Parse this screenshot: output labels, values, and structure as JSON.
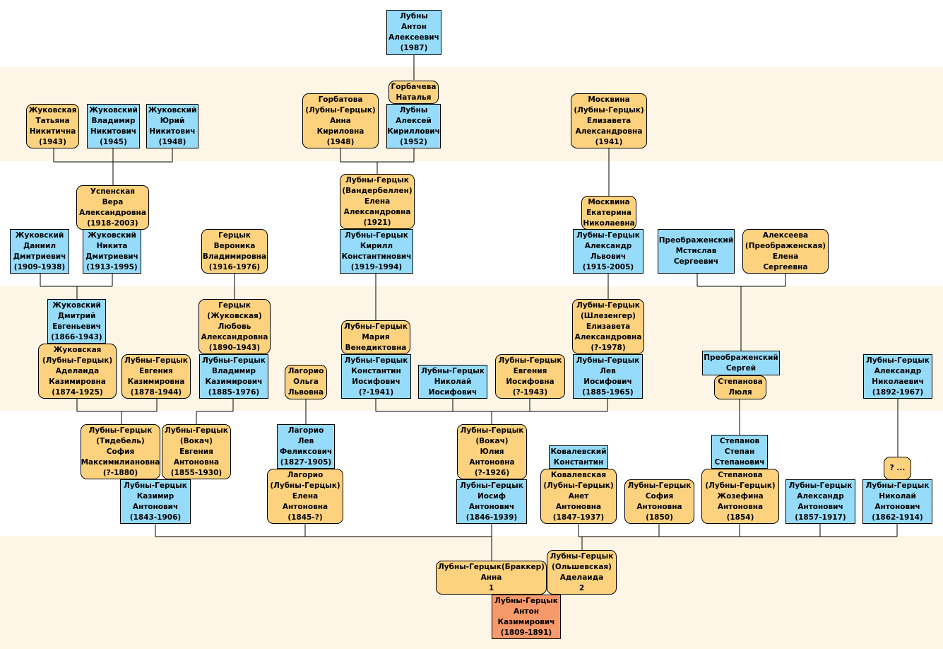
{
  "people": [
    {
      "id": "p1",
      "lines": [
        "Лубны",
        "Антон",
        "Алексеевич",
        "(1987)"
      ],
      "kind": "m"
    },
    {
      "id": "p2",
      "lines": [
        "Горбачева",
        "Наталья"
      ],
      "kind": "f"
    },
    {
      "id": "p3",
      "lines": [
        "Жуковская",
        "Татьяна",
        "Никитична",
        "(1943)"
      ],
      "kind": "f"
    },
    {
      "id": "p4",
      "lines": [
        "Жуковский",
        "Владимир",
        "Никитович",
        "(1945)"
      ],
      "kind": "m"
    },
    {
      "id": "p5",
      "lines": [
        "Жуковский",
        "Юрий",
        "Никитович",
        "(1948)"
      ],
      "kind": "m"
    },
    {
      "id": "p6",
      "lines": [
        "Горбатова",
        "(Лубны-Герцык)",
        "Анна",
        "Кириловна",
        "(1948)"
      ],
      "kind": "f"
    },
    {
      "id": "p7",
      "lines": [
        "Лубны",
        "Алексей",
        "Кириллович",
        "(1952)"
      ],
      "kind": "m"
    },
    {
      "id": "p8",
      "lines": [
        "Москвина",
        "(Лубны-Герцык)",
        "Елизавета",
        "Александровна",
        "(1941)"
      ],
      "kind": "f"
    },
    {
      "id": "p9",
      "lines": [
        "Лубны-Герцык",
        "(Вандербеллен)",
        "Елена",
        "Александровна",
        "(1921)"
      ],
      "kind": "f"
    },
    {
      "id": "p10",
      "lines": [
        "Успенская",
        "Вера",
        "Александровна",
        "(1918-2003)"
      ],
      "kind": "f"
    },
    {
      "id": "p11",
      "lines": [
        "Москвина",
        "Екатерина",
        "Николаевна"
      ],
      "kind": "f"
    },
    {
      "id": "p12",
      "lines": [
        "Жуковский",
        "Даниил",
        "Дмитриевич",
        "(1909-1938)"
      ],
      "kind": "m"
    },
    {
      "id": "p13",
      "lines": [
        "Жуковский",
        "Никита",
        "Дмитриевич",
        "(1913-1995)"
      ],
      "kind": "m"
    },
    {
      "id": "p14",
      "lines": [
        "Герцык",
        "Вероника",
        "Владимировна",
        "(1916-1976)"
      ],
      "kind": "f"
    },
    {
      "id": "p15",
      "lines": [
        "Лубны-Герцык",
        "Кирилл",
        "Константинович",
        "(1919-1994)"
      ],
      "kind": "m"
    },
    {
      "id": "p16",
      "lines": [
        "Лубны-Герцык",
        "Александр",
        "Львович",
        "(1915-2005)"
      ],
      "kind": "m"
    },
    {
      "id": "p17",
      "lines": [
        "Преображенский",
        "Мстислав",
        "Сергеевич"
      ],
      "kind": "m"
    },
    {
      "id": "p18",
      "lines": [
        "Алексеева",
        "(Преображенская)",
        "Елена",
        "Сергеевна"
      ],
      "kind": "f"
    },
    {
      "id": "p19",
      "lines": [
        "Жуковский",
        "Дмитрий",
        "Евгеньевич",
        "(1866-1943)"
      ],
      "kind": "m"
    },
    {
      "id": "p20",
      "lines": [
        "Герцык",
        "(Жуковская)",
        "Любовь",
        "Александровна",
        "(1890-1943)"
      ],
      "kind": "f"
    },
    {
      "id": "p21",
      "lines": [
        "Лубны-Герцык",
        "(Шлезенгер)",
        "Елизавета",
        "Александровна",
        "(?-1978)"
      ],
      "kind": "f"
    },
    {
      "id": "p22",
      "lines": [
        "Лубны-Герцык",
        "Мария",
        "Венедиктовна"
      ],
      "kind": "f"
    },
    {
      "id": "p23",
      "lines": [
        "Жуковская",
        "(Лубны-Герцык)",
        "Аделаида",
        "Казимировна",
        "(1874-1925)"
      ],
      "kind": "f"
    },
    {
      "id": "p24",
      "lines": [
        "Лубны-Герцык",
        "Евгения",
        "Казимировна",
        "(1878-1944)"
      ],
      "kind": "f"
    },
    {
      "id": "p25",
      "lines": [
        "Лубны-Герцык",
        "Владимир",
        "Казимирович",
        "(1885-1976)"
      ],
      "kind": "m"
    },
    {
      "id": "p26",
      "lines": [
        "Лагорио",
        "Ольга",
        "Львовна"
      ],
      "kind": "f"
    },
    {
      "id": "p27",
      "lines": [
        "Лубны-Герцык",
        "Константин",
        "Иосифович",
        "(?-1941)"
      ],
      "kind": "m"
    },
    {
      "id": "p28",
      "lines": [
        "Лубны-Герцык",
        "Николай",
        "Иосифович"
      ],
      "kind": "m"
    },
    {
      "id": "p29",
      "lines": [
        "Лубны-Герцык",
        "Евгения",
        "Иосифовна",
        "(?-1943)"
      ],
      "kind": "f"
    },
    {
      "id": "p30",
      "lines": [
        "Лубны-Герцык",
        "Лев",
        "Иосифович",
        "(1885-1965)"
      ],
      "kind": "m"
    },
    {
      "id": "p31",
      "lines": [
        "Преображенский",
        "Сергей"
      ],
      "kind": "m"
    },
    {
      "id": "p32",
      "lines": [
        "Степанова",
        "Люля"
      ],
      "kind": "f"
    },
    {
      "id": "p33",
      "lines": [
        "Лубны-Герцык",
        "Александр",
        "Николаевич",
        "(1892-1967)"
      ],
      "kind": "m"
    },
    {
      "id": "p34",
      "lines": [
        "Лубны-Герцык",
        "(Тидебель)",
        "София",
        "Максимилиановна",
        "(?-1880)"
      ],
      "kind": "f"
    },
    {
      "id": "p35",
      "lines": [
        "Лубны-Герцык",
        "(Вокач)",
        "Евгения",
        "Антоновна",
        "(1855-1930)"
      ],
      "kind": "f"
    },
    {
      "id": "p36",
      "lines": [
        "Лагорио",
        "Лев",
        "Феликсович",
        "(1827-1905)"
      ],
      "kind": "m"
    },
    {
      "id": "p37",
      "lines": [
        "Лубны-Герцык",
        "(Вокач)",
        "Юлия",
        "Антоновна",
        "(?-1926)"
      ],
      "kind": "f"
    },
    {
      "id": "p38",
      "lines": [
        "Ковалевский",
        "Константин"
      ],
      "kind": "m"
    },
    {
      "id": "p39",
      "lines": [
        "Степанов",
        "Степан",
        "Степанович"
      ],
      "kind": "m"
    },
    {
      "id": "p40",
      "lines": [
        "? ..."
      ],
      "kind": "f"
    },
    {
      "id": "p41",
      "lines": [
        "Лубны-Герцык",
        "Казимир",
        "Антонович",
        "(1843-1906)"
      ],
      "kind": "m"
    },
    {
      "id": "p42",
      "lines": [
        "Лагорио",
        "(Лубны-Герцык)",
        "Елена",
        "Антоновна",
        "(1845-?)"
      ],
      "kind": "f"
    },
    {
      "id": "p43",
      "lines": [
        "Лубны-Герцык",
        "Иосиф",
        "Антонович",
        "(1846-1939)"
      ],
      "kind": "m"
    },
    {
      "id": "p44",
      "lines": [
        "Ковалевская",
        "(Лубны-Герцык)",
        "Анет",
        "Антоновна",
        "(1847-1937)"
      ],
      "kind": "f"
    },
    {
      "id": "p45",
      "lines": [
        "Лубны-Герцык",
        "София",
        "Антоновна",
        "(1850)"
      ],
      "kind": "f"
    },
    {
      "id": "p46",
      "lines": [
        "Степанова",
        "(Лубны-Герцык)",
        "Жозефина",
        "Антоновна",
        "(1854)"
      ],
      "kind": "f"
    },
    {
      "id": "p47",
      "lines": [
        "Лубны-Герцык",
        "Александр",
        "Антонович",
        "(1857-1917)"
      ],
      "kind": "m"
    },
    {
      "id": "p48",
      "lines": [
        "Лубны-Герцык",
        "Николай",
        "Антонович",
        "(1862-1914)"
      ],
      "kind": "m"
    },
    {
      "id": "p49",
      "lines": [
        "Лубны-Герцык(Браккер)",
        "Анна",
        "1"
      ],
      "kind": "f"
    },
    {
      "id": "p50",
      "lines": [
        "Лубны-Герцык",
        "(Ольшевская)",
        "Аделаида",
        "2"
      ],
      "kind": "f"
    },
    {
      "id": "p51",
      "lines": [
        "Лубны-Герцык",
        "Антон",
        "Казимирович",
        "(1809-1891)"
      ],
      "kind": "root"
    }
  ]
}
